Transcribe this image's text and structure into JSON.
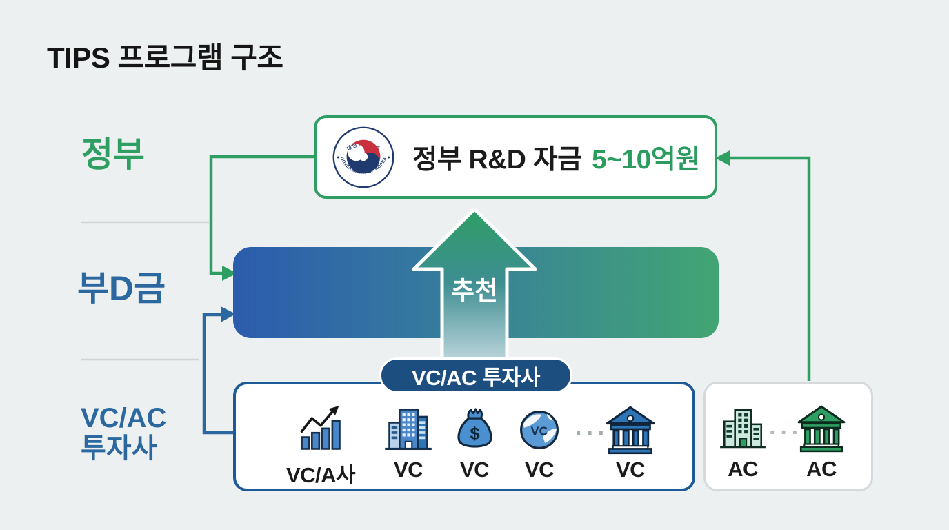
{
  "title": "TIPS 프로그램 구조",
  "left_labels": {
    "government": "정부",
    "fund": "부D금",
    "investors_line1": "VC/AC",
    "investors_line2": "투자사"
  },
  "top_box": {
    "label_black": "정부 R&D 자금",
    "label_green": "5~10억원",
    "seal_top_text": "대한민국정부",
    "seal_bottom_text": "GOVERNMENT OF KOREA"
  },
  "bar": {
    "arrow_label": "추천"
  },
  "vc_box": {
    "badge": "VC/AC 투자사",
    "items": [
      {
        "icon": "bar-chart-growth-icon",
        "label": "VC/A사"
      },
      {
        "icon": "office-building-icon",
        "label": "VC"
      },
      {
        "icon": "money-bag-icon",
        "label": "VC"
      },
      {
        "icon": "globe-icon",
        "label": "VC"
      },
      {
        "icon": "bank-icon",
        "label": "VC"
      }
    ],
    "globe_text": "VC",
    "ellipsis": "···"
  },
  "ac_box": {
    "items": [
      {
        "icon": "office-building-green-icon",
        "label": "AC"
      },
      {
        "icon": "bank-green-icon",
        "label": "AC"
      }
    ],
    "ellipsis": "···"
  },
  "colors": {
    "background": "#edf0f1",
    "green_accent": "#2e9e62",
    "blue_label": "#2b689f",
    "badge_navy": "#1c4e80",
    "vc_border_blue": "#1d5a96",
    "bar_gradient_left": "#2b5cad",
    "bar_gradient_right": "#42a573",
    "icon_blue": "#4a86c8",
    "icon_green": "#2e9e62"
  }
}
